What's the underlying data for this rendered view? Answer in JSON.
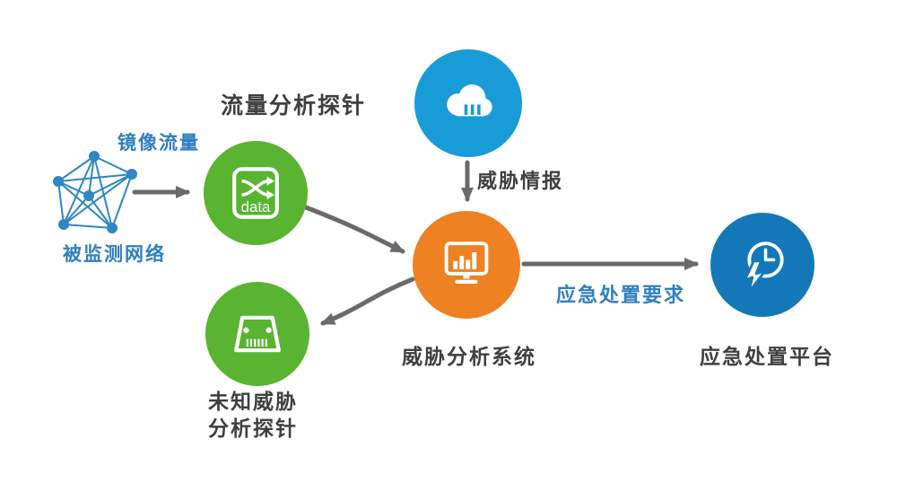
{
  "diagram": {
    "title_hint": "threat-analysis-flow-diagram",
    "labels": {
      "mirror_traffic": "镜像流量",
      "monitored_network": "被监测网络",
      "traffic_probe": "流量分析探针",
      "unknown_threat_line1": "未知威胁",
      "unknown_threat_line2": "分析探针",
      "threat_intel": "威胁情报",
      "threat_analysis_system": "威胁分析系统",
      "response_requirement": "应急处置要求",
      "response_platform": "应急处置平台",
      "data_icon_text": "data"
    },
    "colors": {
      "green": "#58b431",
      "sky_blue": "#189cd8",
      "orange": "#ee8122",
      "deep_blue": "#1478b8",
      "arrow_gray": "#6a6a6a",
      "label_blue": "#2f7fc0",
      "label_dark": "#3f3f3f",
      "network_blue": "#2e86c4"
    },
    "icons": {
      "network": "network-graph-icon",
      "traffic_probe": "data-switch-icon",
      "unknown_probe": "server-icon",
      "cloud": "cloud-icon",
      "analysis": "monitor-chart-icon",
      "response": "clock-lightning-icon"
    }
  }
}
